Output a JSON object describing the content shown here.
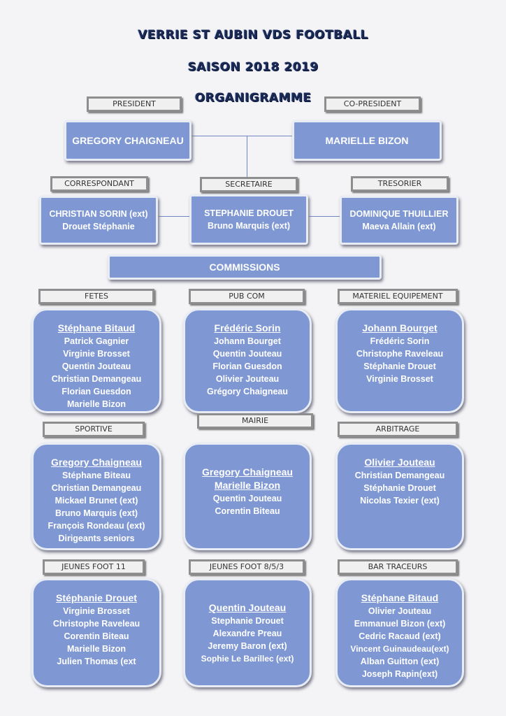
{
  "titles": {
    "club": "VERRIE ST AUBIN VDS FOOTBALL",
    "season": "SAISON 2018 2019",
    "chart": "ORGANIGRAMME"
  },
  "roles": {
    "president": {
      "label": "PRESIDENT",
      "name": "GREGORY CHAIGNEAU"
    },
    "copresident": {
      "label": "CO-PRESIDENT",
      "name": "MARIELLE BIZON"
    },
    "correspondant": {
      "label": "CORRESPONDANT",
      "names": [
        "CHRISTIAN SORIN (ext)",
        "Drouet Stéphanie"
      ]
    },
    "secretaire": {
      "label": "SECRETAIRE",
      "names": [
        "STEPHANIE DROUET",
        "Bruno Marquis (ext)"
      ]
    },
    "tresorier": {
      "label": "TRESORIER",
      "names": [
        "DOMINIQUE THUILLIER",
        "Maeva Allain (ext)"
      ]
    }
  },
  "commissions_title": "COMMISSIONS",
  "commissions": [
    {
      "label": "FETES",
      "head": [
        "Stéphane Bitaud"
      ],
      "members": [
        "Patrick Gagnier",
        "Virginie Brosset",
        "Quentin Jouteau",
        "Christian Demangeau",
        "Florian Guesdon",
        "Marielle Bizon"
      ]
    },
    {
      "label": "PUB COM",
      "head": [
        "Frédéric Sorin"
      ],
      "members": [
        "Johann Bourget",
        "Quentin Jouteau",
        "Florian Guesdon",
        "Olivier Jouteau",
        "Grégory Chaigneau"
      ]
    },
    {
      "label": "MATERIEL EQUIPEMENT",
      "head": [
        "Johann Bourget"
      ],
      "members": [
        "Frédéric Sorin",
        "Christophe Raveleau",
        "Stéphanie Drouet",
        "Virginie Brosset"
      ]
    },
    {
      "label": "SPORTIVE",
      "head": [
        "Gregory Chaigneau"
      ],
      "members": [
        "Stéphane Biteau",
        "Christian Demangeau",
        "Mickael Brunet (ext)",
        "Bruno Marquis (ext)",
        "François Rondeau (ext)",
        "Dirigeants seniors"
      ]
    },
    {
      "label": "MAIRIE",
      "head": [
        "Gregory Chaigneau",
        "Marielle Bizon"
      ],
      "members": [
        "Quentin Jouteau",
        "Corentin Biteau"
      ]
    },
    {
      "label": "ARBITRAGE",
      "head": [
        "Olivier Jouteau"
      ],
      "members": [
        "Christian Demangeau",
        "Stéphanie Drouet",
        "Nicolas Texier (ext)"
      ]
    },
    {
      "label": "JEUNES FOOT 11",
      "head": [
        "Stéphanie Drouet"
      ],
      "members": [
        "Virginie Brosset",
        "Christophe Raveleau",
        "Corentin Biteau",
        "Marielle Bizon",
        "Julien Thomas  (ext"
      ]
    },
    {
      "label": "JEUNES FOOT 8/5/3",
      "head": [
        "Quentin Jouteau"
      ],
      "members": [
        "Stephanie Drouet",
        "Alexandre Preau",
        "Jeremy Baron (ext)",
        "Sophie Le Barillec (ext)"
      ]
    },
    {
      "label": "BAR TRACEURS",
      "head": [
        "Stéphane Bitaud"
      ],
      "members": [
        "Olivier Jouteau",
        "Emmanuel Bizon (ext)",
        "Cedric Racaud (ext)",
        "Vincent Guinaudeau(ext)",
        "Alban Guitton (ext)",
        "Joseph Rapin(ext)"
      ]
    }
  ]
}
